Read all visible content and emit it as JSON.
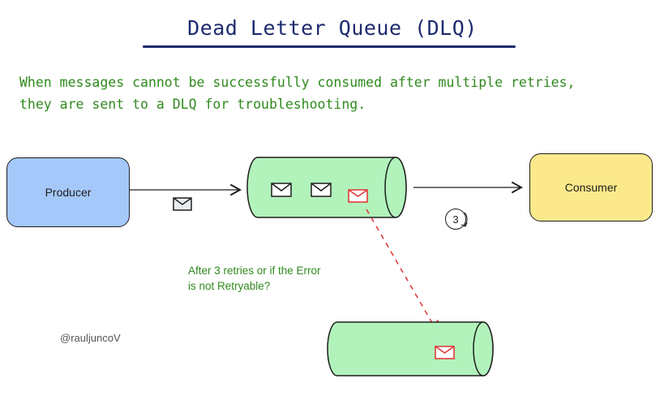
{
  "title": "Dead Letter Queue (DLQ)",
  "description": {
    "line1": "When messages cannot be successfully consumed after multiple retries,",
    "line2": "they are sent to a DLQ for troubleshooting."
  },
  "nodes": {
    "producer": "Producer",
    "consumer": "Consumer"
  },
  "retry_count": "3",
  "dlq_note": {
    "line1": "After 3 retries or if the Error",
    "line2": "is not Retryable?"
  },
  "handle": "@rauljuncoV",
  "colors": {
    "title": "#1e2a6e",
    "description": "#2f8a1e",
    "producer_fill": "#a5c8fb",
    "consumer_fill": "#fbe98c",
    "queue_fill": "#b2f2bb",
    "failed_message": "#e03131",
    "dashed_arrow": "#e03131"
  },
  "icons": [
    "envelope-icon",
    "failed-envelope-icon",
    "retry-icon"
  ]
}
